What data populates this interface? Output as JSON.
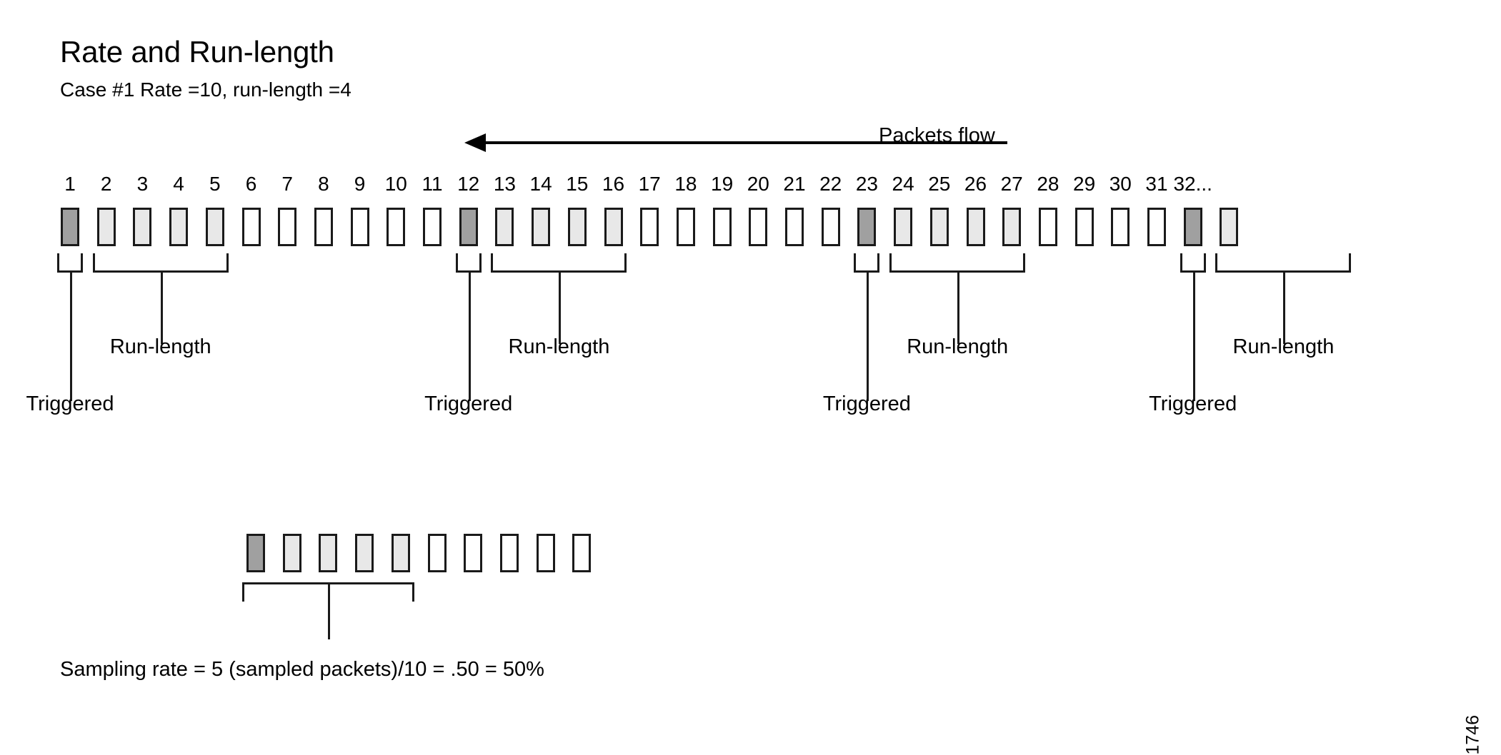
{
  "figure": {
    "title": "Rate and Run-length",
    "subtitle": "Case #1 Rate =10, run-length =4",
    "figure_number": "1746",
    "flow_label": "Packets flow",
    "flow_direction": "left"
  },
  "legend_colors": {
    "triggered_packet": "#a0a0a0",
    "sampled_packet": "#e8e8e8",
    "unsampled_packet": "#ffffff",
    "outline": "#1a1a1a"
  },
  "timeline": {
    "tick_labels": [
      "1",
      "2",
      "3",
      "4",
      "5",
      "6",
      "7",
      "8",
      "9",
      "10",
      "11",
      "12",
      "13",
      "14",
      "15",
      "16",
      "17",
      "18",
      "19",
      "20",
      "21",
      "22",
      "23",
      "24",
      "25",
      "26",
      "27",
      "28",
      "29",
      "30",
      "31",
      "32..."
    ],
    "packet_count": 33,
    "packet_states": [
      "dark",
      "light",
      "light",
      "light",
      "light",
      "empty",
      "empty",
      "empty",
      "empty",
      "empty",
      "empty",
      "dark",
      "light",
      "light",
      "light",
      "light",
      "empty",
      "empty",
      "empty",
      "empty",
      "empty",
      "empty",
      "dark",
      "light",
      "light",
      "light",
      "light",
      "empty",
      "empty",
      "empty",
      "empty",
      "dark",
      "light"
    ]
  },
  "annotations": {
    "triggered_label": "Triggered",
    "runlength_label": "Run-length",
    "triggered_markers": [
      {
        "label": "Triggered",
        "packet_index": 1
      },
      {
        "label": "Triggered",
        "packet_index": 12
      },
      {
        "label": "Triggered",
        "packet_index": 23
      },
      {
        "label": "Triggered",
        "packet_index": 32
      }
    ],
    "runlength_markers": [
      {
        "label": "Run-length",
        "from_packet": 2,
        "to_packet": 5
      },
      {
        "label": "Run-length",
        "from_packet": 13,
        "to_packet": 16
      },
      {
        "label": "Run-length",
        "from_packet": 24,
        "to_packet": 27
      },
      {
        "label": "Run-length",
        "from_packet": 33,
        "to_packet": 36
      }
    ]
  },
  "sampling_row": {
    "packet_count": 10,
    "packet_states": [
      "dark",
      "light",
      "light",
      "light",
      "light",
      "empty",
      "empty",
      "empty",
      "empty",
      "empty"
    ],
    "bracket_from": 1,
    "bracket_to": 5,
    "caption": "Sampling rate = 5 (sampled packets)/10 = .50 = 50%"
  }
}
